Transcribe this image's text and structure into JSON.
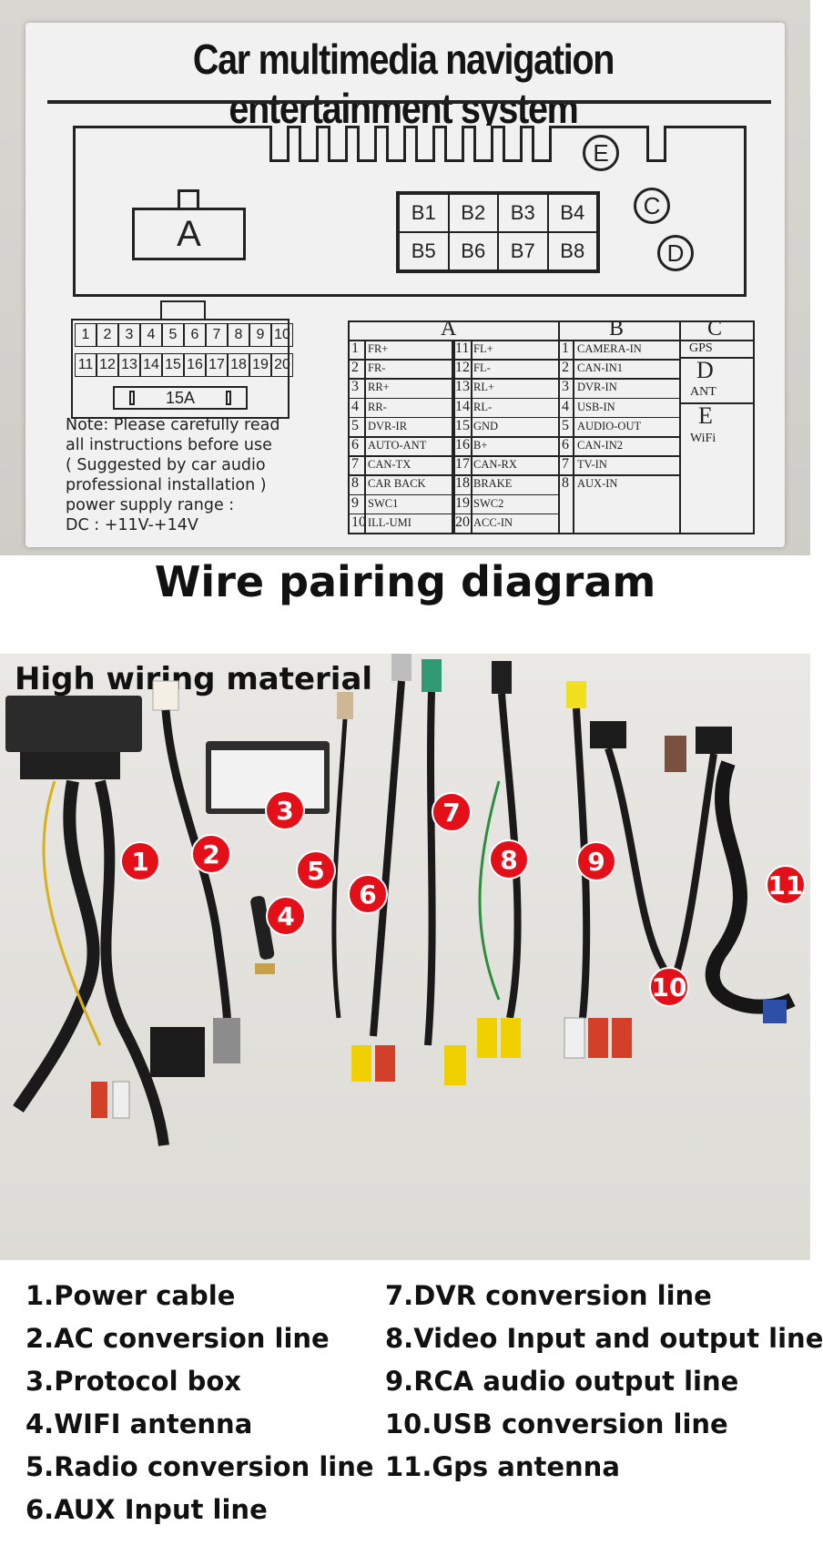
{
  "label": {
    "title": "Car multimedia navigation entertainment system",
    "connector_a": "A",
    "circle_e": "E",
    "circle_c": "C",
    "circle_d": "D",
    "b_slots": [
      "B1",
      "B2",
      "B3",
      "B4",
      "B5",
      "B6",
      "B7",
      "B8"
    ],
    "pins_row1": [
      "1",
      "2",
      "3",
      "4",
      "5",
      "6",
      "7",
      "8",
      "9",
      "10"
    ],
    "pins_row2": [
      "11",
      "12",
      "13",
      "14",
      "15",
      "16",
      "17",
      "18",
      "19",
      "20"
    ],
    "fuse": "15A",
    "note_lines": [
      "Note:  Please carefully read",
      "    all instructions before use",
      " ( Suggested by car audio",
      "professional installation )",
      "power supply range :",
      "DC : +11V-+14V"
    ],
    "table": {
      "header_a": "A",
      "header_b": "B",
      "header_c": "C",
      "a_left": [
        [
          "1",
          "FR+"
        ],
        [
          "2",
          "FR-"
        ],
        [
          "3",
          "RR+"
        ],
        [
          "4",
          "RR-"
        ],
        [
          "5",
          "DVR-IR"
        ],
        [
          "6",
          "AUTO-ANT"
        ],
        [
          "7",
          "CAN-TX"
        ],
        [
          "8",
          "CAR BACK"
        ],
        [
          "9",
          "SWC1"
        ],
        [
          "10",
          "ILL-UMI"
        ]
      ],
      "a_right": [
        [
          "11",
          "FL+"
        ],
        [
          "12",
          "FL-"
        ],
        [
          "13",
          "RL+"
        ],
        [
          "14",
          "RL-"
        ],
        [
          "15",
          "GND"
        ],
        [
          "16",
          "B+"
        ],
        [
          "17",
          "CAN-RX"
        ],
        [
          "18",
          "BRAKE"
        ],
        [
          "19",
          "SWC2"
        ],
        [
          "20",
          "ACC-IN"
        ]
      ],
      "b_rows": [
        [
          "1",
          "CAMERA-IN"
        ],
        [
          "2",
          "CAN-IN1"
        ],
        [
          "3",
          "DVR-IN"
        ],
        [
          "4",
          "USB-IN"
        ],
        [
          "5",
          "AUDIO-OUT"
        ],
        [
          "6",
          "CAN-IN2"
        ],
        [
          "7",
          "TV-IN"
        ],
        [
          "8",
          "AUX-IN"
        ]
      ],
      "c_gps": "GPS",
      "d_letter": "D",
      "d_ant": "ANT",
      "e_letter": "E",
      "e_wifi": "WiFi"
    }
  },
  "heading": "Wire pairing diagram",
  "photo": {
    "subtitle": "High wiring material",
    "badges": [
      "1",
      "2",
      "3",
      "4",
      "5",
      "6",
      "7",
      "8",
      "9",
      "10",
      "11"
    ]
  },
  "legend": {
    "left": [
      "1.Power cable",
      "2.AC conversion line",
      "3.Protocol box",
      "4.WIFI antenna",
      "5.Radio conversion line",
      "6.AUX Input line"
    ],
    "right": [
      "7.DVR conversion line",
      "8.Video Input and output line",
      "9.RCA audio output line",
      "10.USB conversion line",
      "11.Gps antenna"
    ]
  },
  "colors": {
    "badge": "#e3101a",
    "text": "#111111",
    "label_bg": "#f1f1f1"
  }
}
